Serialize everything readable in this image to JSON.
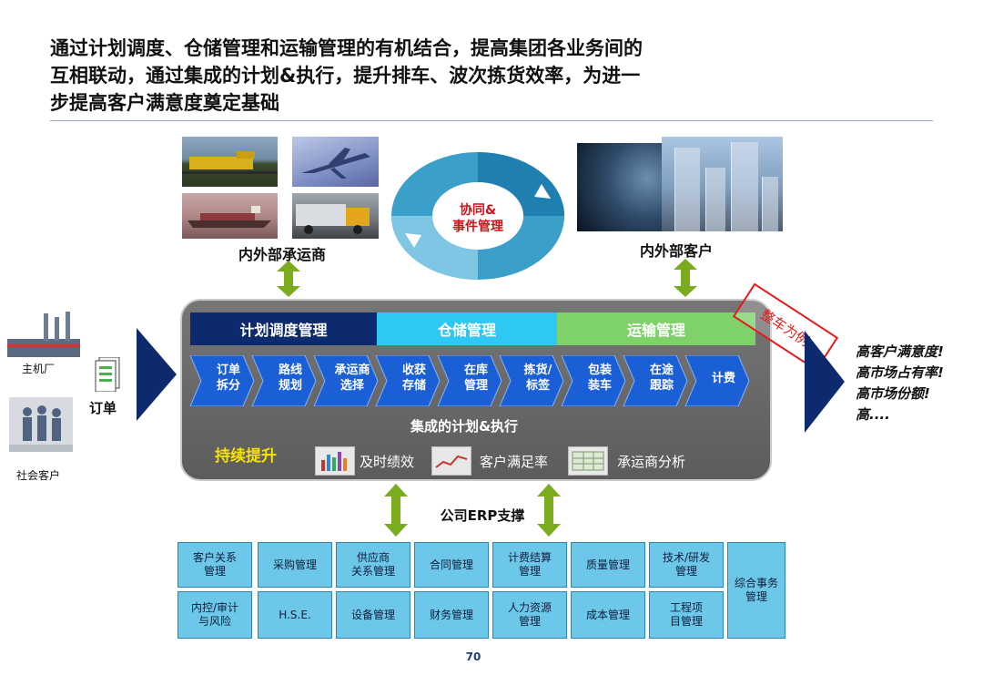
{
  "title": {
    "line1": "通过计划调度、仓储管理和运输管理的有机结合，提高集团各业务间的",
    "line2": "互相联动，通过集成的计划&执行，提升排车、波次拣货效率，为进一",
    "line3": "步提高客户满意度奠定基础"
  },
  "carriers_label": "内外部承运商",
  "customers_label": "内外部客户",
  "ring_label_line1": "协同&",
  "ring_label_line2": "事件管理",
  "bands": {
    "plan": "计划调度管理",
    "warehouse": "仓储管理",
    "transport": "运输管理"
  },
  "steps": [
    {
      "line1": "订单",
      "line2": "拆分"
    },
    {
      "line1": "路线",
      "line2": "规划"
    },
    {
      "line1": "承运商",
      "line2": "选择"
    },
    {
      "line1": "收获",
      "line2": "存储"
    },
    {
      "line1": "在库",
      "line2": "管理"
    },
    {
      "line1": "拣货/",
      "line2": "标签"
    },
    {
      "line1": "包装",
      "line2": "装车"
    },
    {
      "line1": "在途",
      "line2": "跟踪"
    },
    {
      "line1": "计费",
      "line2": ""
    }
  ],
  "integrated_label": "集成的计划&执行",
  "improve_label": "持续提升",
  "kpis": [
    "及时绩效",
    "客户满足率",
    "承运商分析"
  ],
  "stamp_text": "整车为例",
  "left": {
    "factory": "主机厂",
    "customers": "社会客户",
    "order": "订单"
  },
  "results": [
    "高客户满意度!",
    "高市场占有率!",
    "高市场份额!",
    "高...."
  ],
  "erp_label": "公司ERP支撑",
  "erp_modules": {
    "row1": [
      "客户关系\n管理",
      "采购管理",
      "供应商\n关系管理",
      "合同管理",
      "计费结算\n管理",
      "质量管理",
      "技术/研发\n管理"
    ],
    "row2": [
      "内控/审计\n与风险",
      "H.S.E.",
      "设备管理",
      "财务管理",
      "人力资源\n管理",
      "成本管理",
      "工程项\n目管理"
    ],
    "side": "综合事务\n管理"
  },
  "page_number": "70",
  "colors": {
    "plan_band": "#0e2a6e",
    "warehouse_band": "#2fc8f2",
    "transport_band": "#7fd169",
    "step_chevron": "#1a5fd6",
    "frame": "#666666",
    "erp_cell": "#6cc7e9",
    "green_arrow": "#7aac1e",
    "nav_arrow": "#0e2a6e",
    "accent_red": "#d0101a",
    "improve_yellow": "#f5e400"
  }
}
